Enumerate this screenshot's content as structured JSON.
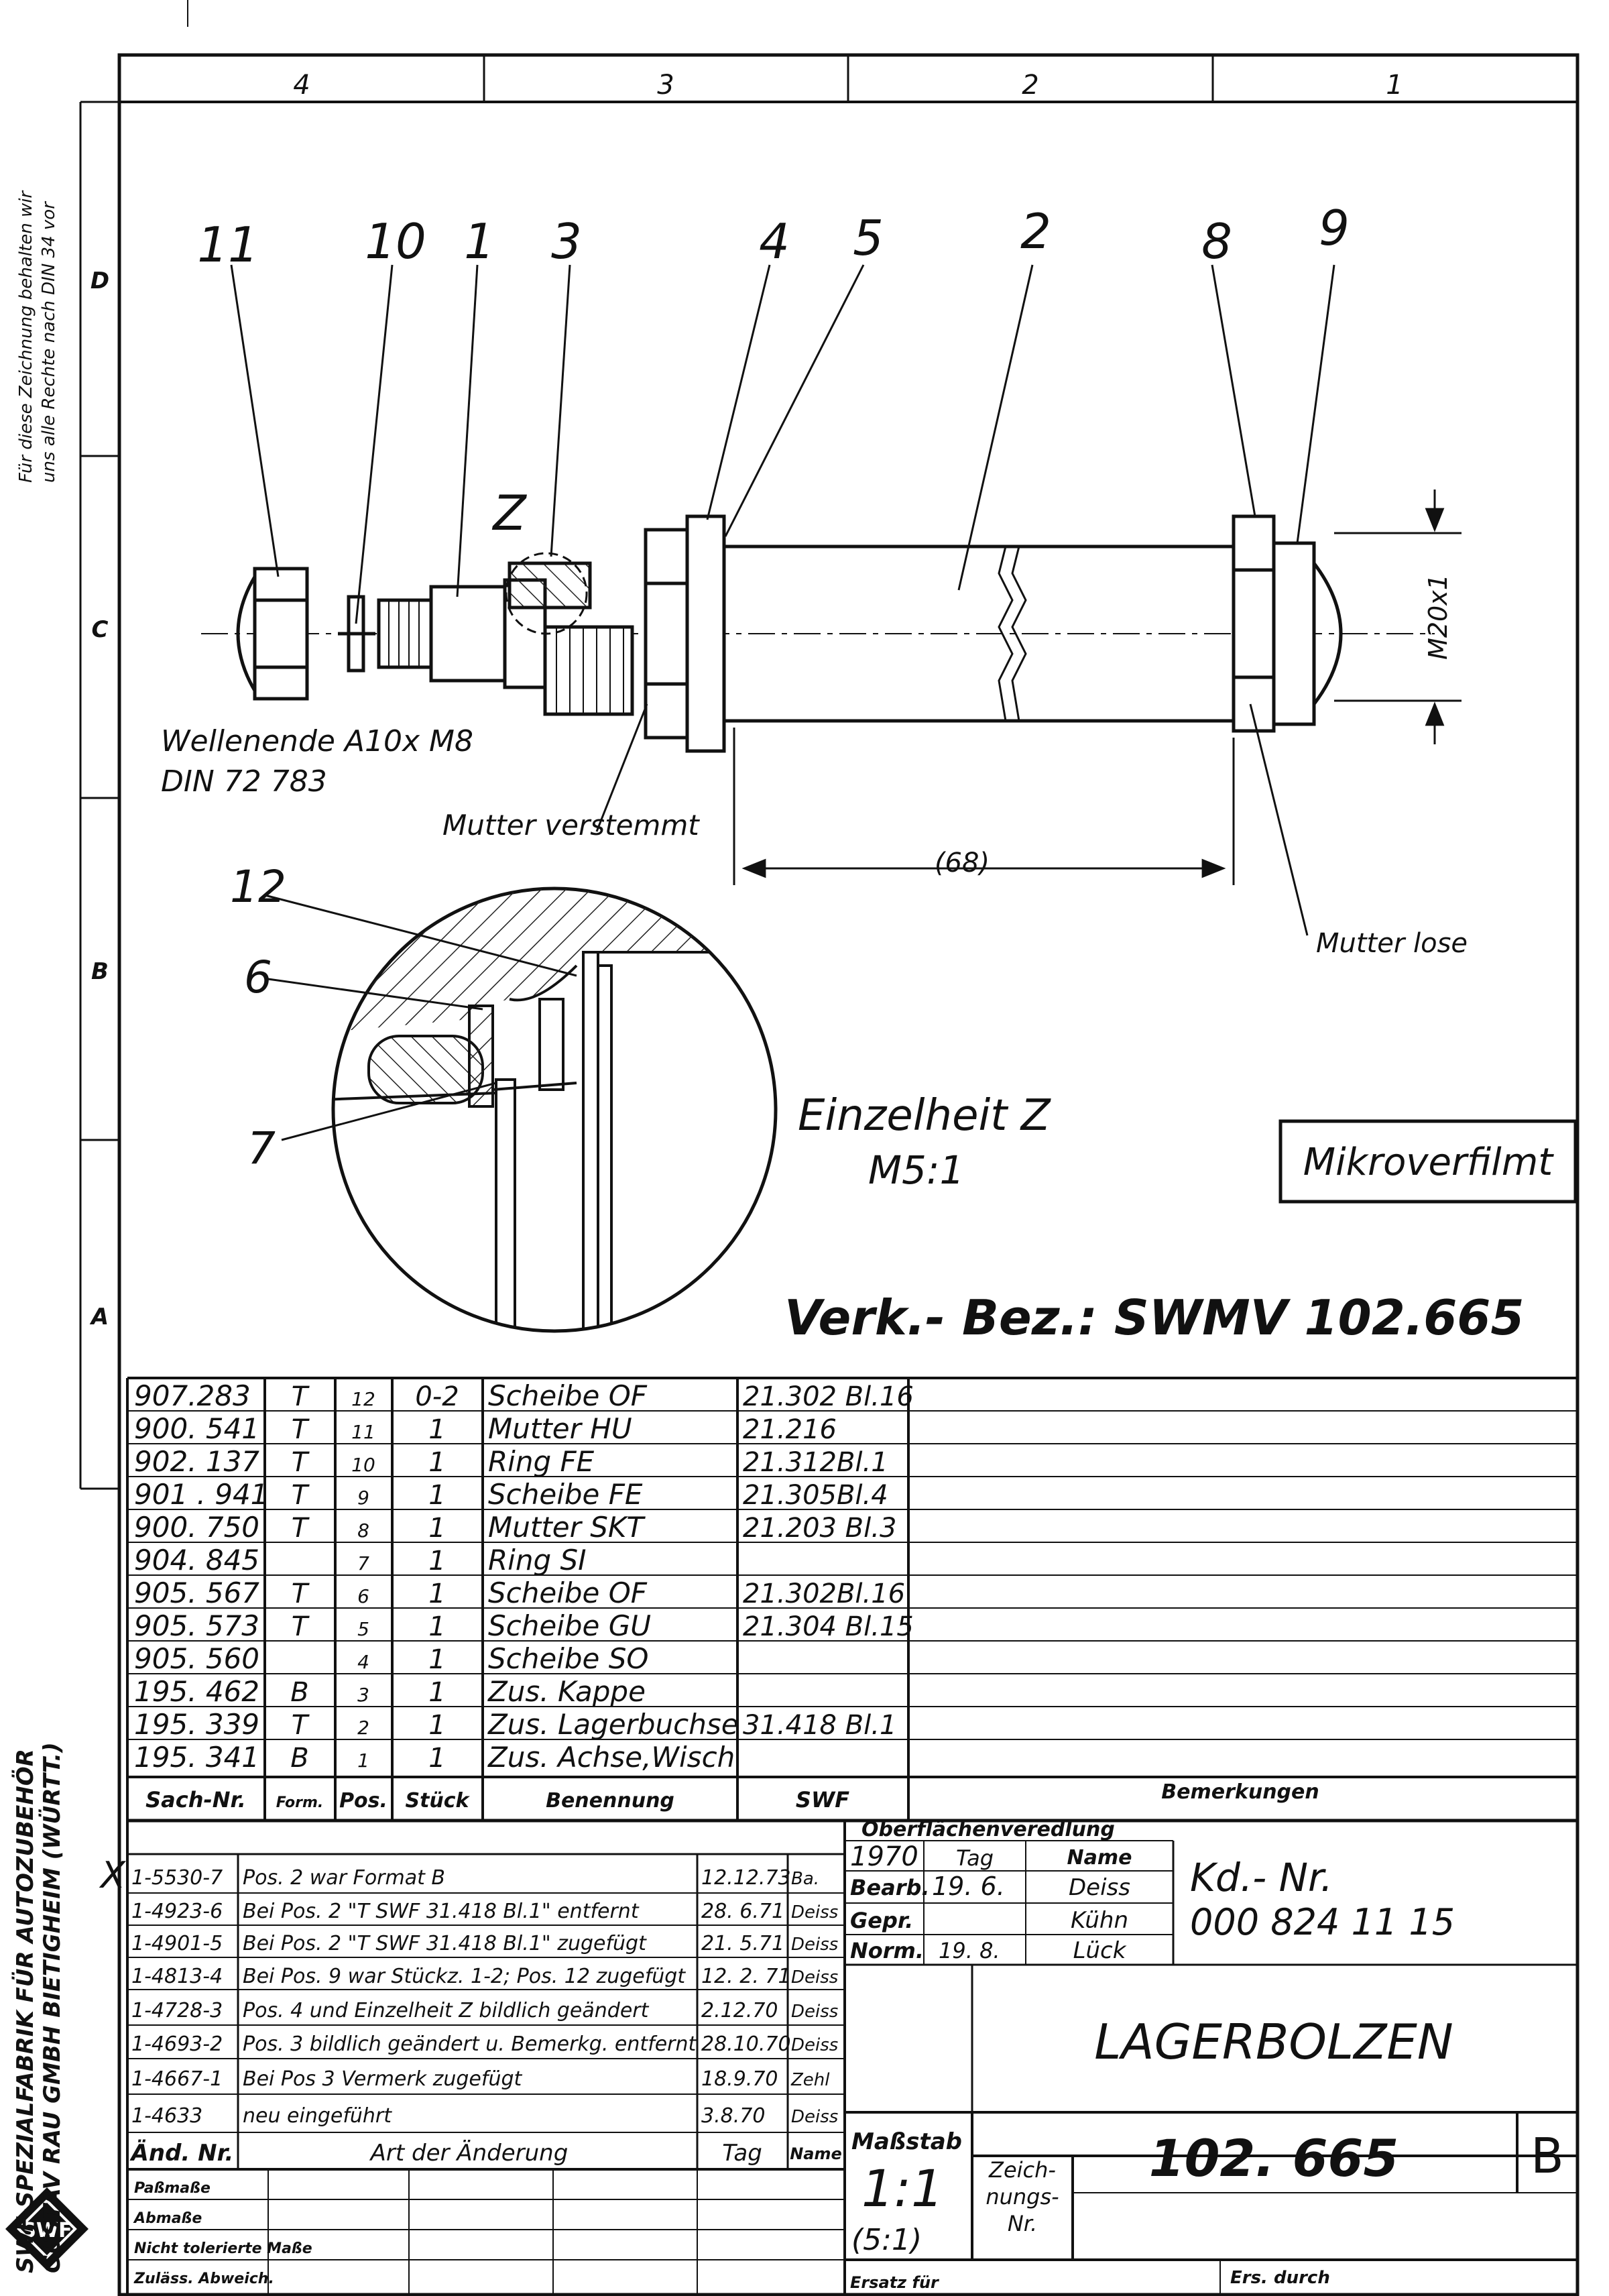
{
  "grid": {
    "columns": [
      "4",
      "3",
      "2",
      "1"
    ],
    "rows": [
      "D",
      "C",
      "B",
      "A"
    ]
  },
  "side_notes": {
    "copyright_line1": "Für diese Zeichnung behalten wir",
    "copyright_line2": "uns alle Rechte nach DIN 34 vor",
    "company_line1": "SWF-SPEZIALFABRIK FÜR AUTOZUBEHÖR",
    "company_line2": "GUSTAV RAU GMBH BIETIGHEIM (WÜRTT.)"
  },
  "drawing": {
    "callouts": [
      "11",
      "10",
      "1",
      "3",
      "4",
      "5",
      "2",
      "8",
      "9"
    ],
    "detail_callouts": [
      "12",
      "6",
      "7"
    ],
    "detail_marker": "Z",
    "shaft_end_line1": "Wellenende A10x M8",
    "shaft_end_line2": "DIN 72 783",
    "nut_staked": "Mutter verstemmt",
    "nut_loose": "Mutter lose",
    "dim_length": "(68)",
    "dim_thread": "M20x1",
    "detail_title": "Einzelheit Z",
    "detail_scale": "M5:1",
    "microfilm_stamp": "Mikroverfilmt",
    "tool_designation": "Verk.- Bez.: SWMV 102.665"
  },
  "parts_list": {
    "headers": [
      "Sach-Nr.",
      "Form.",
      "Pos.",
      "Stück",
      "Benennung",
      "SWF",
      "Bemerkungen"
    ],
    "rows": [
      [
        "907.283",
        "T",
        "12",
        "0-2",
        "Scheibe OF",
        "21.302 Bl.16",
        ""
      ],
      [
        "900. 541",
        "T",
        "11",
        "1",
        "Mutter HU",
        "21.216",
        ""
      ],
      [
        "902. 137",
        "T",
        "10",
        "1",
        "Ring FE",
        "21.312Bl.1",
        ""
      ],
      [
        "901 . 941",
        "T",
        "9",
        "1",
        "Scheibe FE",
        "21.305Bl.4",
        ""
      ],
      [
        "900. 750",
        "T",
        "8",
        "1",
        "Mutter SKT",
        "21.203 Bl.3",
        ""
      ],
      [
        "904. 845",
        "",
        "7",
        "1",
        "Ring SI",
        "",
        ""
      ],
      [
        "905. 567",
        "T",
        "6",
        "1",
        "Scheibe OF",
        "21.302Bl.16",
        ""
      ],
      [
        "905. 573",
        "T",
        "5",
        "1",
        "Scheibe GU",
        "21.304 Bl.15",
        ""
      ],
      [
        "905. 560",
        "",
        "4",
        "1",
        "Scheibe SO",
        "",
        ""
      ],
      [
        "195. 462",
        "B",
        "3",
        "1",
        "Zus. Kappe",
        "",
        ""
      ],
      [
        "195. 339",
        "T",
        "2",
        "1",
        "Zus. Lagerbuchse",
        "31.418 Bl.1",
        ""
      ],
      [
        "195. 341",
        "B",
        "1",
        "1",
        "Zus. Achse,Wisch",
        "",
        ""
      ]
    ]
  },
  "changes": {
    "headers": [
      "Änd. Nr.",
      "Art der Änderung",
      "Tag",
      "Name"
    ],
    "rows": [
      [
        "1-5530-7",
        "Pos. 2 war Format B",
        "12.12.73",
        "Ba."
      ],
      [
        "1-4923-6",
        "Bei Pos. 2 \"T SWF 31.418 Bl.1\" entfernt",
        "28. 6.71",
        "Deiss"
      ],
      [
        "1-4901-5",
        "Bei Pos. 2 \"T SWF 31.418 Bl.1\" zugefügt",
        "21. 5.71",
        "Deiss"
      ],
      [
        "1-4813-4",
        "Bei Pos. 9 war Stückz. 1-2; Pos. 12 zugefügt",
        "12. 2. 71",
        "Deiss"
      ],
      [
        "1-4728-3",
        "Pos. 4 und Einzelheit Z bildlich geändert",
        "2.12.70",
        "Deiss"
      ],
      [
        "1-4693-2",
        "Pos. 3 bildlich geändert u. Bemerkg. entfernt",
        "28.10.70",
        "Deiss"
      ],
      [
        "1-4667-1",
        "Bei Pos 3 Vermerk zugefügt",
        "18.9.70",
        "Zehl"
      ],
      [
        "1-4633",
        "neu eingeführt",
        "3.8.70",
        "Deiss"
      ]
    ],
    "marker": "X"
  },
  "title_block": {
    "surface_label": "Oberflächenveredlung",
    "year": "1970",
    "tag_label": "Tag",
    "name_label": "Name",
    "bearb_label": "Bearb.",
    "bearb_date": "19. 6.",
    "bearb_name": "Deiss",
    "gepr_label": "Gepr.",
    "gepr_name": "Kühn",
    "norm_label": "Norm.",
    "norm_date": "19. 8.",
    "norm_name": "Lück",
    "kd_label": "Kd.- Nr.",
    "kd_number": "000 824 11 15",
    "part_name": "LAGERBOLZEN",
    "scale_label": "Maßstab",
    "scale": "1:1",
    "scale_detail": "(5:1)",
    "drawing_no_label_1": "Zeich-",
    "drawing_no_label_2": "nungs-",
    "drawing_no_label_3": "Nr.",
    "drawing_number": "102. 665",
    "format": "B",
    "fit_label": "Paßmaße",
    "dims_label": "Abmaße",
    "untol_label": "Nicht tolerierte Maße",
    "untol_label2": "Zuläss. Abweich.",
    "replaces_label": "Ersatz für",
    "replaced_by_label": "Ers. durch",
    "logo_text": "SWF"
  }
}
